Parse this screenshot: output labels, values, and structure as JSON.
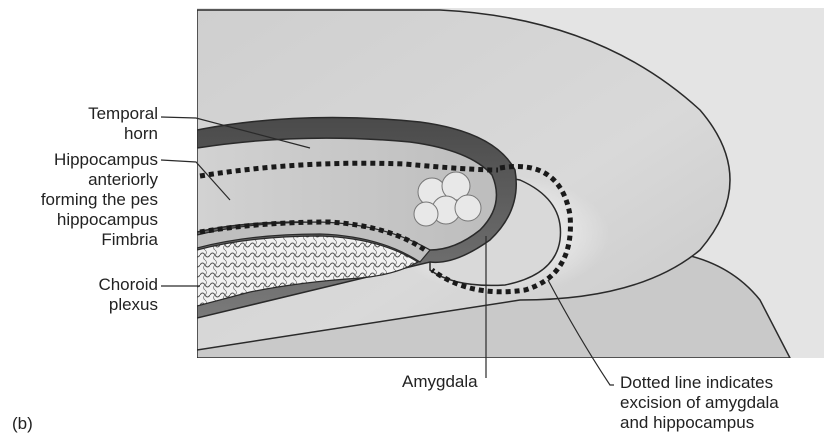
{
  "panel_label": "(b)",
  "labels": {
    "temporal_horn": [
      "Temporal",
      "horn"
    ],
    "hippocampus": [
      "Hippocampus",
      "anteriorly",
      "forming the pes",
      "hippocampus"
    ],
    "fimbria": "Fimbria",
    "choroid_plexus": [
      "Choroid",
      "plexus"
    ],
    "amygdala": "Amygdala",
    "dotted_line": [
      "Dotted line indicates",
      "excision of amygdala",
      "and hippocampus"
    ]
  },
  "colors": {
    "tissue_light": "#d8d8d8",
    "tissue_mid": "#c4c4c4",
    "horn_dark": "#5e5e5e",
    "outline": "#2a2a2a",
    "excision_dots": "#1a1a1a"
  }
}
